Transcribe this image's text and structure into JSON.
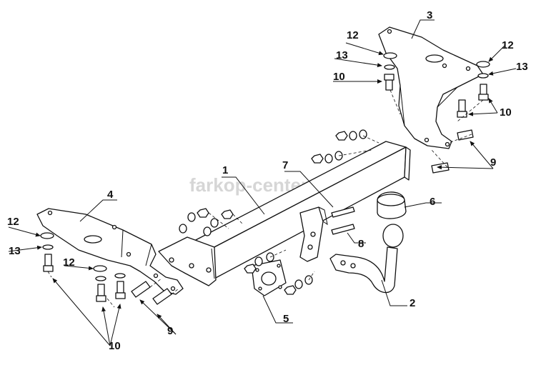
{
  "watermark": "farkop-center.ru",
  "callouts": {
    "c1": "1",
    "c2": "2",
    "c3": "3",
    "c4": "4",
    "c5": "5",
    "c6": "6",
    "c7": "7",
    "c8": "8",
    "c9a": "9",
    "c9b": "9",
    "c10a": "10",
    "c10b": "10",
    "c10c": "10",
    "c12a": "12",
    "c12b": "12",
    "c12c": "12",
    "c12d": "12",
    "c13a": "13",
    "c13b": "13",
    "c13c": "13"
  }
}
